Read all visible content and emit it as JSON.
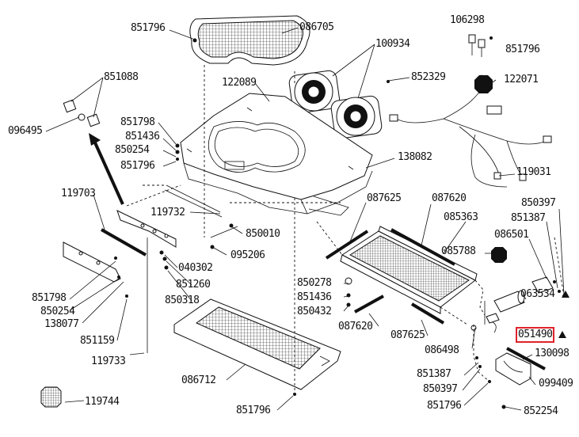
{
  "diagram": {
    "callouts": [
      {
        "id": "c01",
        "text": "851796"
      },
      {
        "id": "c02",
        "text": "086705"
      },
      {
        "id": "c03",
        "text": "106298"
      },
      {
        "id": "c04",
        "text": "851796"
      },
      {
        "id": "c05",
        "text": "100934"
      },
      {
        "id": "c06",
        "text": "852329"
      },
      {
        "id": "c07",
        "text": "851088"
      },
      {
        "id": "c08",
        "text": "122089"
      },
      {
        "id": "c09",
        "text": "122071"
      },
      {
        "id": "c10",
        "text": "096495"
      },
      {
        "id": "c11",
        "text": "851798"
      },
      {
        "id": "c12",
        "text": "851436"
      },
      {
        "id": "c13",
        "text": "850254"
      },
      {
        "id": "c14",
        "text": "851796"
      },
      {
        "id": "c15",
        "text": "138082"
      },
      {
        "id": "c16",
        "text": "119031"
      },
      {
        "id": "c17",
        "text": "119703"
      },
      {
        "id": "c18",
        "text": "087625"
      },
      {
        "id": "c19",
        "text": "087620"
      },
      {
        "id": "c20",
        "text": "850397"
      },
      {
        "id": "c21",
        "text": "119732"
      },
      {
        "id": "c22",
        "text": "085363"
      },
      {
        "id": "c23",
        "text": "851387"
      },
      {
        "id": "c24",
        "text": "850010"
      },
      {
        "id": "c25",
        "text": "086501"
      },
      {
        "id": "c26",
        "text": "095206"
      },
      {
        "id": "c27",
        "text": "085788"
      },
      {
        "id": "c28",
        "text": "040302"
      },
      {
        "id": "c29",
        "text": "851260"
      },
      {
        "id": "c30",
        "text": "850278"
      },
      {
        "id": "c31",
        "text": "851798"
      },
      {
        "id": "c32",
        "text": "850318"
      },
      {
        "id": "c33",
        "text": "851436"
      },
      {
        "id": "c34",
        "text": "850254"
      },
      {
        "id": "c35",
        "text": "850432"
      },
      {
        "id": "c36",
        "text": "063534"
      },
      {
        "id": "c37",
        "text": "138077"
      },
      {
        "id": "c38",
        "text": "087620"
      },
      {
        "id": "c39",
        "text": "087625"
      },
      {
        "id": "c40",
        "text": "051490"
      },
      {
        "id": "c41",
        "text": "851159"
      },
      {
        "id": "c42",
        "text": "086498"
      },
      {
        "id": "c43",
        "text": "130098"
      },
      {
        "id": "c44",
        "text": "119733"
      },
      {
        "id": "c45",
        "text": "851387"
      },
      {
        "id": "c46",
        "text": "086712"
      },
      {
        "id": "c47",
        "text": "850397"
      },
      {
        "id": "c48",
        "text": "099409"
      },
      {
        "id": "c49",
        "text": "119744"
      },
      {
        "id": "c50",
        "text": "851796"
      },
      {
        "id": "c51",
        "text": "851796"
      },
      {
        "id": "c52",
        "text": "852254"
      }
    ],
    "highlighted_callout": "051490",
    "marker_symbol": "▲"
  }
}
